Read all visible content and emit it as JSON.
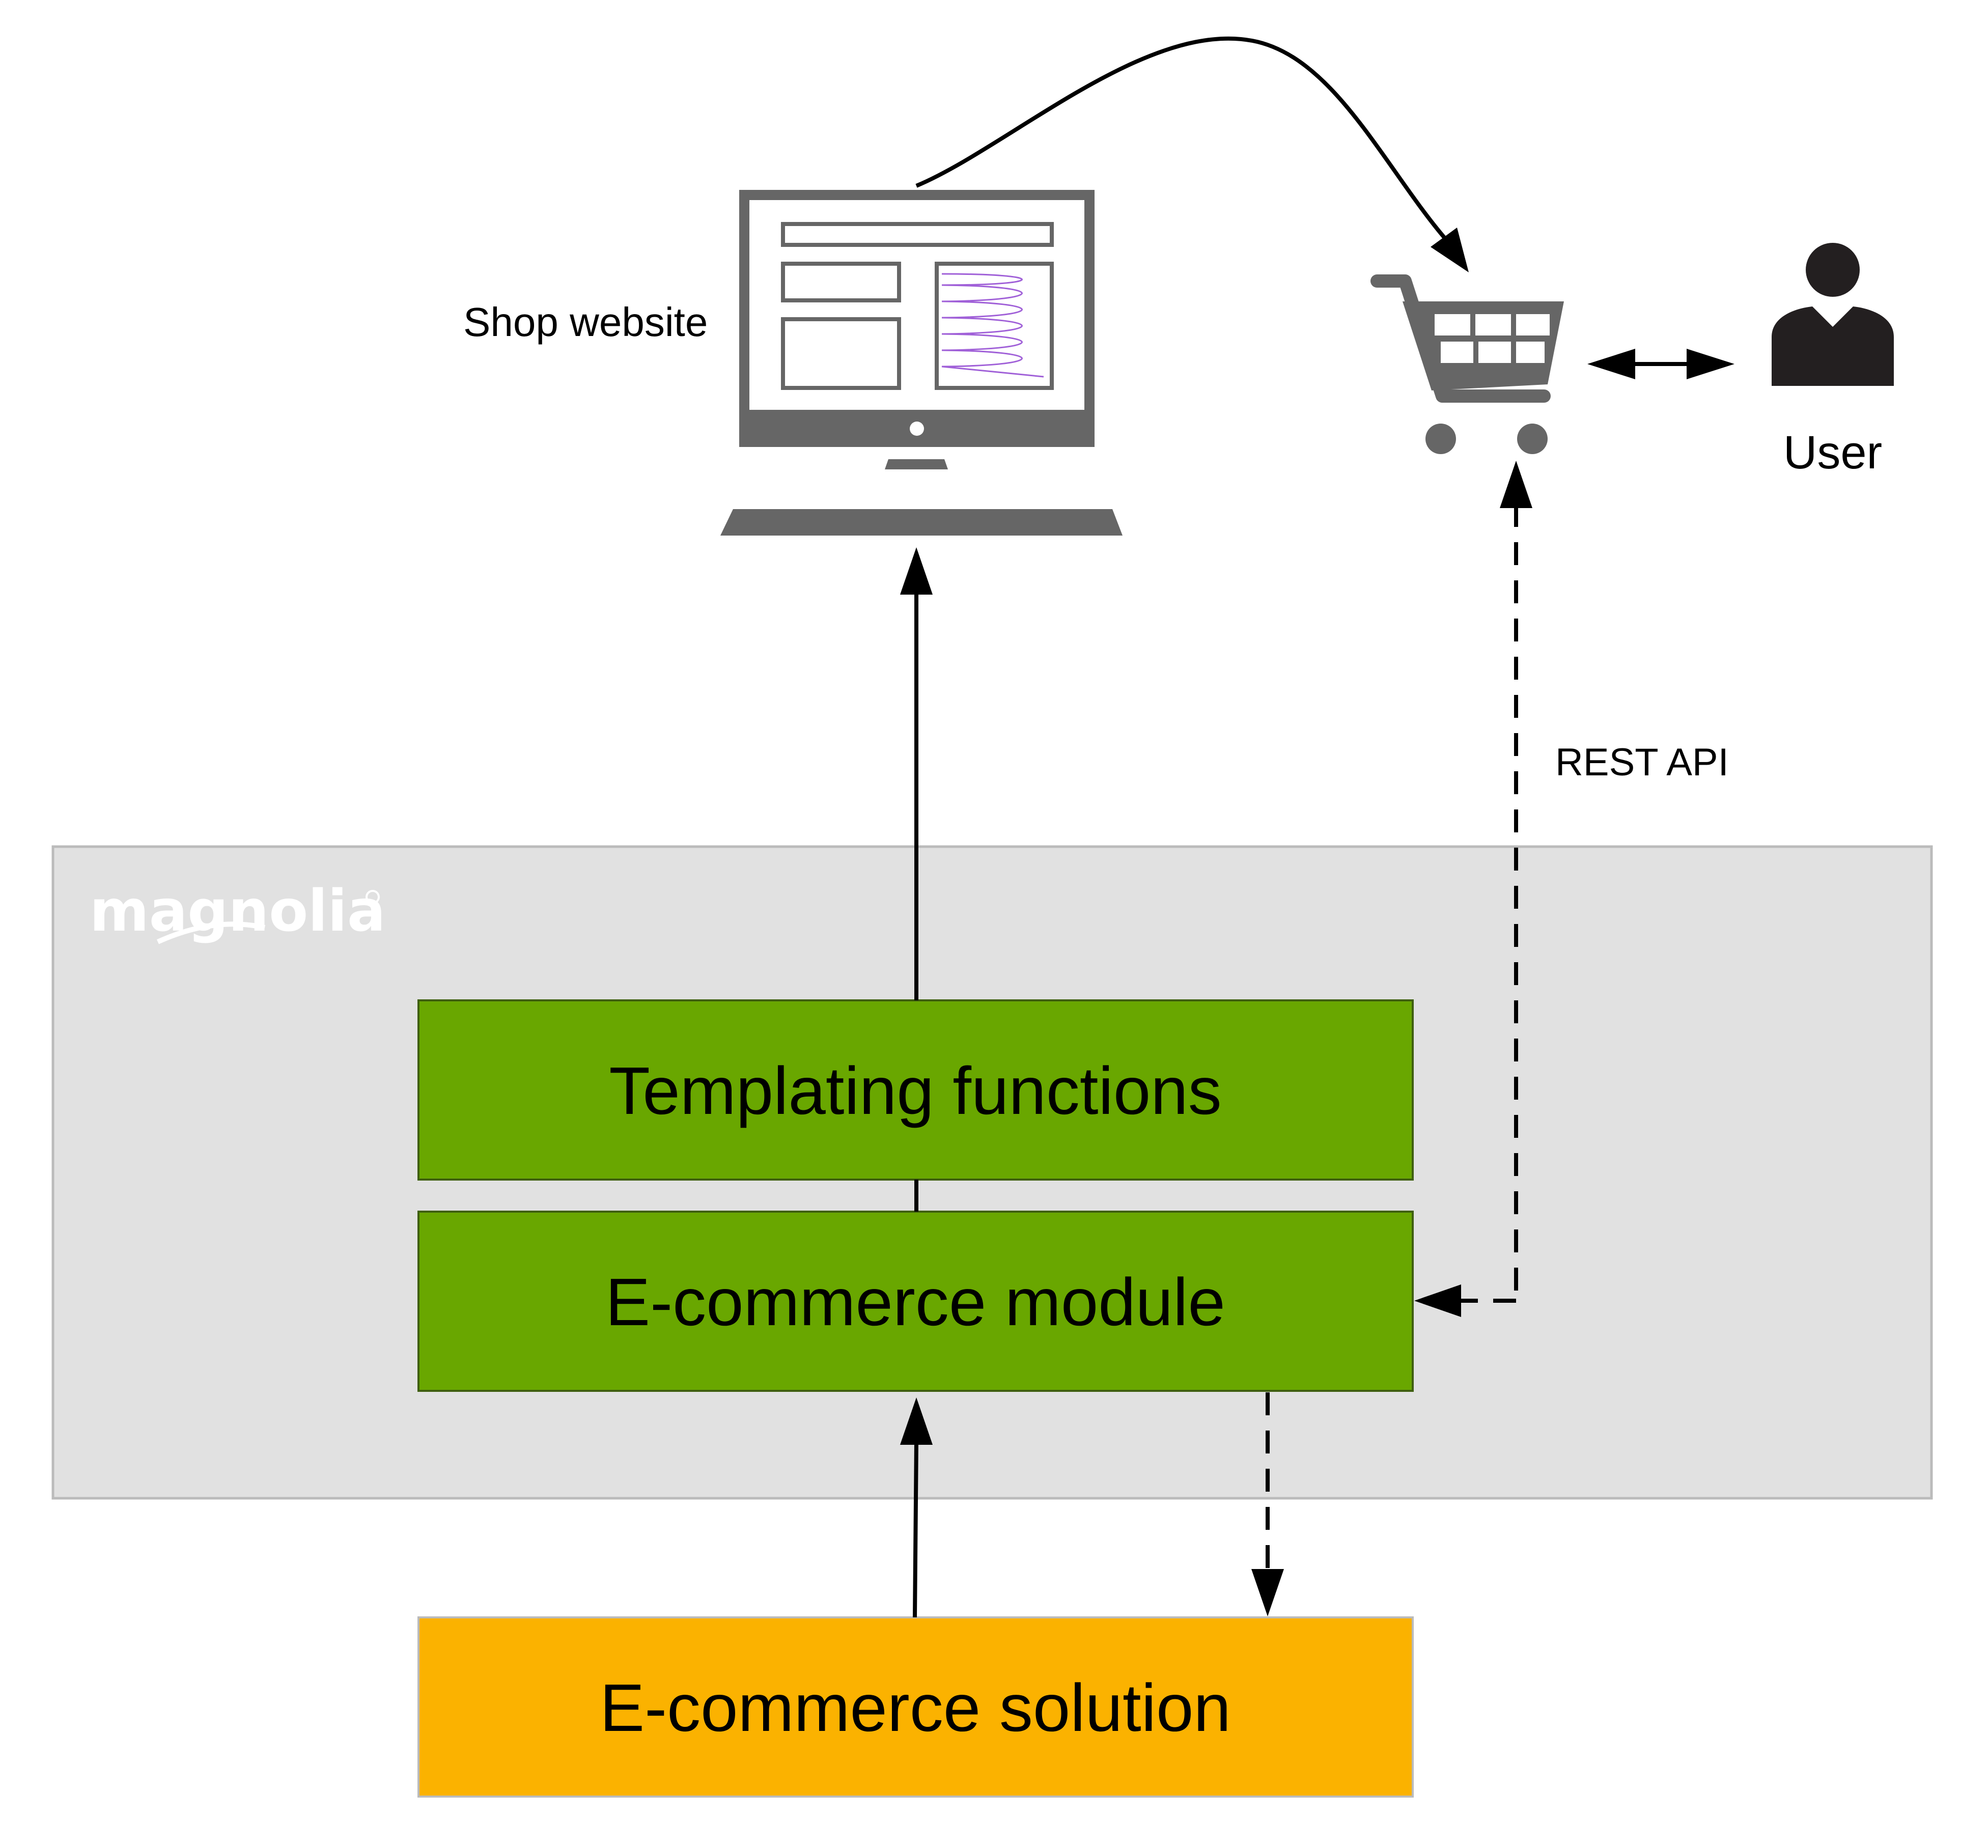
{
  "diagram": {
    "platform_logo": "magnolia",
    "shop_website_label": "Shop website",
    "user_label": "User",
    "rest_api_label": "REST API",
    "templating_functions_label": "Templating functions",
    "ecommerce_module_label": "E-commerce module",
    "ecommerce_solution_label": "E-commerce solution"
  },
  "colors": {
    "platform_panel": "#e1e1e1",
    "module_green": "#69a700",
    "solution_orange": "#fbb200",
    "icon_gray": "#666666",
    "user_icon": "#231f20"
  },
  "icons": [
    "monitor-icon",
    "shopping-cart-icon",
    "user-icon"
  ]
}
